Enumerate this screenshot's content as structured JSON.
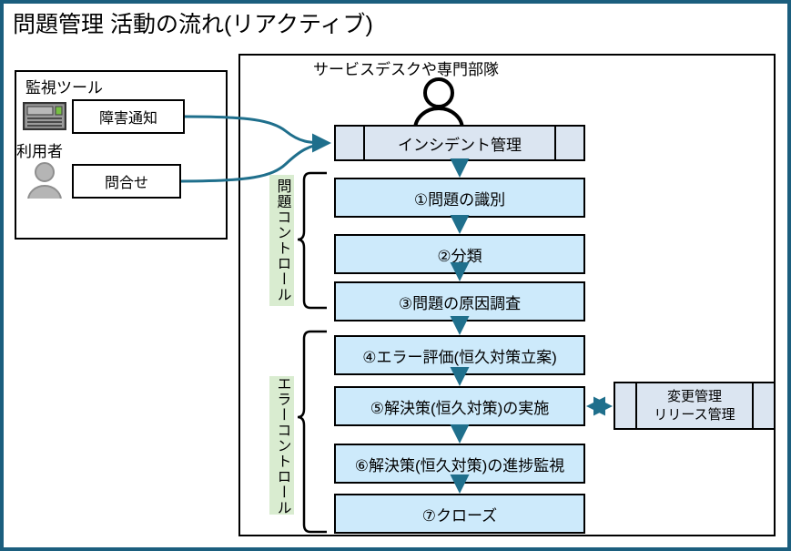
{
  "title": "問題管理  活動の流れ(リアクティブ)",
  "left_panel": {
    "monitor_label": "監視ツール",
    "user_label": "利用者",
    "monitor_icon": "server-icon",
    "user_icon": "user-silhouette-icon",
    "sources": [
      {
        "label": "障害通知"
      },
      {
        "label": "問合せ"
      }
    ]
  },
  "right_panel": {
    "header": "サービスデスクや専門部隊",
    "person_icon": "service-desk-person-icon",
    "incident": {
      "label": "インシデント管理"
    },
    "group_labels": [
      {
        "label": "問題コントロール"
      },
      {
        "label": "エラーコントロール"
      }
    ],
    "steps": [
      {
        "label": "①問題の識別"
      },
      {
        "label": "②分類"
      },
      {
        "label": "③問題の原因調査"
      },
      {
        "label": "④エラー評価(恒久対策立案)"
      },
      {
        "label": "⑤解決策(恒久対策)の実施"
      },
      {
        "label": "⑥解決策(恒久対策)の進捗監視"
      },
      {
        "label": "⑦クローズ"
      }
    ],
    "change_mgmt": {
      "line1": "変更管理",
      "line2": "リリース管理"
    }
  },
  "colors": {
    "frame": "#1b5e7e",
    "process_fill": "#cdeafb",
    "incident_fill": "#dbe5f1",
    "group_label_fill": "#d9ecd0",
    "connector": "#1f6f8c",
    "outline": "#000000"
  }
}
